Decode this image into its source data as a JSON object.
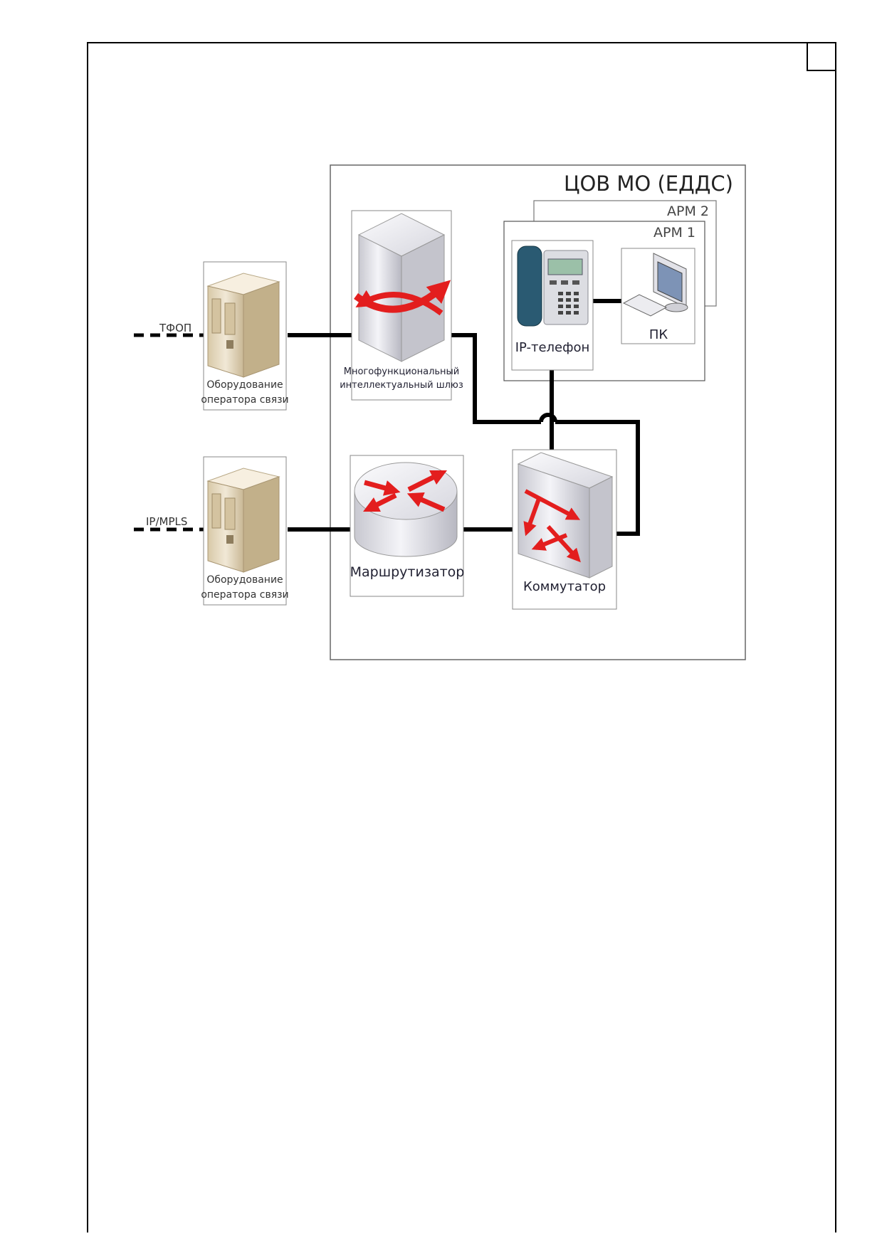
{
  "zone": {
    "label": "ЦОВ МО (ЕДДС)"
  },
  "workstations": {
    "arm2": "АРМ 2",
    "arm1": "АРМ 1"
  },
  "devices": {
    "operator1": {
      "line1": "Оборудование",
      "line2": "оператора связи"
    },
    "operator2": {
      "line1": "Оборудование",
      "line2": "оператора связи"
    },
    "gateway": {
      "line1": "Многофункциональный",
      "line2": "интеллектуальный шлюз"
    },
    "ip_phone": {
      "label": "IP-телефон"
    },
    "pc": {
      "label": "ПК"
    },
    "router": {
      "label": "Маршрутизатор"
    },
    "switch": {
      "label": "Коммутатор"
    }
  },
  "external_links": {
    "pstn": "ТФОП",
    "ipmpls": "IP/MPLS"
  },
  "colors": {
    "line": "#000000",
    "arrow": "#e31e1e",
    "server": "#e6d9c0",
    "phone_body": "#2a5a72"
  }
}
